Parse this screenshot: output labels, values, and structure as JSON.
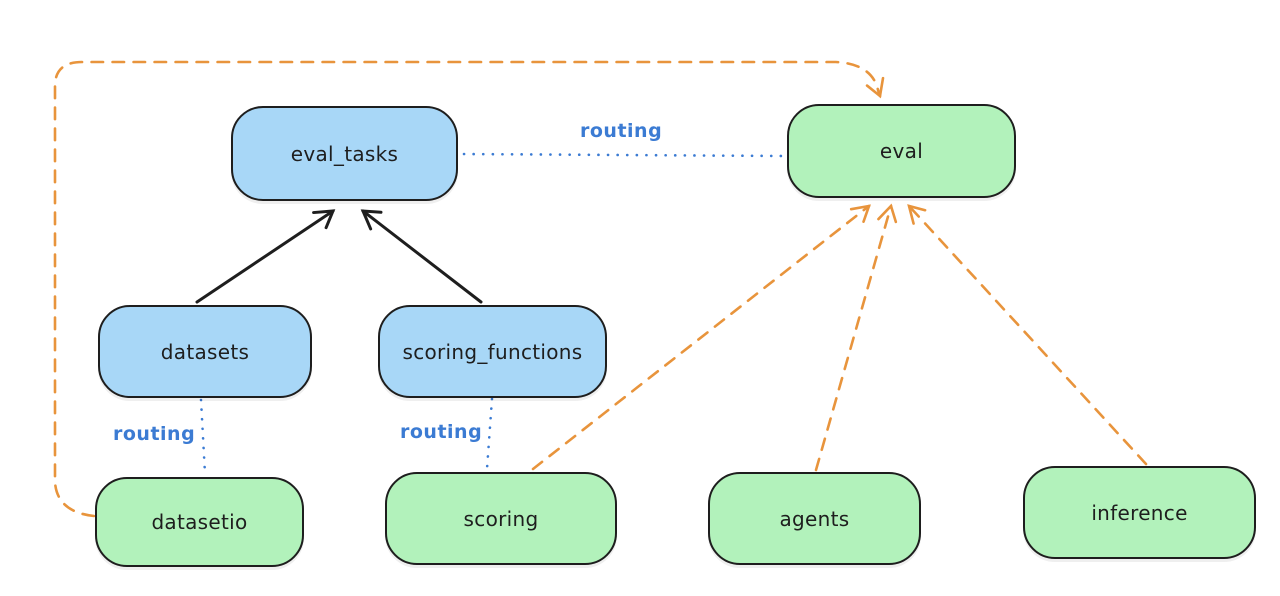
{
  "nodes": {
    "eval_tasks": {
      "label": "eval_tasks",
      "fill": "#a8d7f7"
    },
    "eval": {
      "label": "eval",
      "fill": "#b2f2bb"
    },
    "datasets": {
      "label": "datasets",
      "fill": "#a8d7f7"
    },
    "scoring_functions": {
      "label": "scoring_functions",
      "fill": "#a8d7f7"
    },
    "datasetio": {
      "label": "datasetio",
      "fill": "#b2f2bb"
    },
    "scoring": {
      "label": "scoring",
      "fill": "#b2f2bb"
    },
    "agents": {
      "label": "agents",
      "fill": "#b2f2bb"
    },
    "inference": {
      "label": "inference",
      "fill": "#b2f2bb"
    }
  },
  "edge_labels": {
    "routing_eval": "routing",
    "routing_datasetio": "routing",
    "routing_scoring": "routing"
  },
  "edges": [
    {
      "from": "datasets",
      "to": "eval_tasks",
      "style": "solid-arrow",
      "color": "#1e1e1e"
    },
    {
      "from": "scoring_functions",
      "to": "eval_tasks",
      "style": "solid-arrow",
      "color": "#1e1e1e"
    },
    {
      "from": "eval_tasks",
      "to": "eval",
      "style": "dotted",
      "label": "routing",
      "color": "#3b7bd3"
    },
    {
      "from": "datasets",
      "to": "datasetio",
      "style": "dotted",
      "label": "routing",
      "color": "#3b7bd3"
    },
    {
      "from": "scoring_functions",
      "to": "scoring",
      "style": "dotted",
      "label": "routing",
      "color": "#3b7bd3"
    },
    {
      "from": "datasetio",
      "to": "eval",
      "style": "dashed-arrow",
      "color": "#e8943c"
    },
    {
      "from": "scoring",
      "to": "eval",
      "style": "dashed-arrow",
      "color": "#e8943c"
    },
    {
      "from": "agents",
      "to": "eval",
      "style": "dashed-arrow",
      "color": "#e8943c"
    },
    {
      "from": "inference",
      "to": "eval",
      "style": "dashed-arrow",
      "color": "#e8943c"
    }
  ],
  "colors": {
    "api_box_fill": "#a8d7f7",
    "provider_box_fill": "#b2f2bb",
    "box_stroke": "#1e1e1e",
    "routing_blue": "#3b7bd3",
    "impl_orange": "#e8943c",
    "background": "#ffffff"
  }
}
